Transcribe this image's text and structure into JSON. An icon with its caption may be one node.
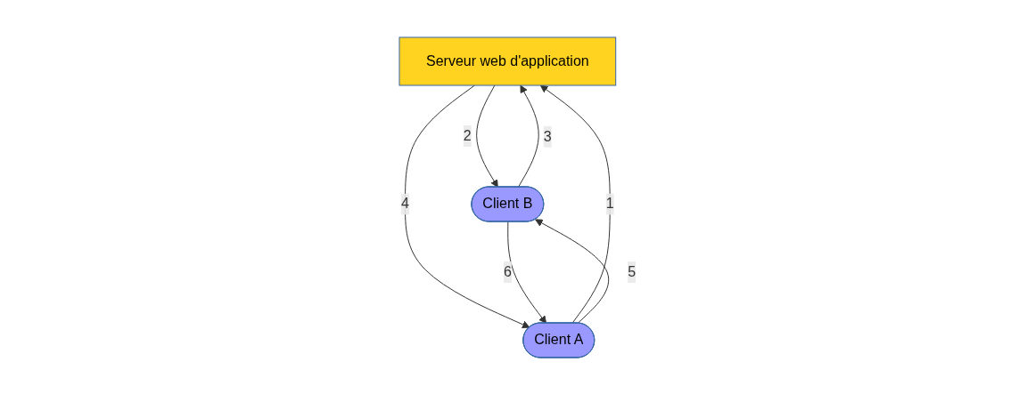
{
  "diagram": {
    "nodes": [
      {
        "text": [
          "Serveur web d'application"
        ]
      },
      {
        "text": [
          "Client A"
        ]
      },
      {
        "text": [
          "Client B"
        ]
      }
    ],
    "edges": [
      {
        "from": 1,
        "to": 0,
        "arrow": "to",
        "label": "1"
      },
      {
        "from": 0,
        "to": 2,
        "arrow": "to",
        "label": "2"
      },
      {
        "from": 2,
        "to": 0,
        "arrow": "to",
        "label": "3"
      },
      {
        "from": 0,
        "to": 1,
        "arrow": "to",
        "label": "4"
      },
      {
        "from": 1,
        "to": 2,
        "arrow": "to",
        "label": "5"
      },
      {
        "from": 2,
        "to": 1,
        "arrow": "to",
        "label": "6"
      }
    ]
  }
}
